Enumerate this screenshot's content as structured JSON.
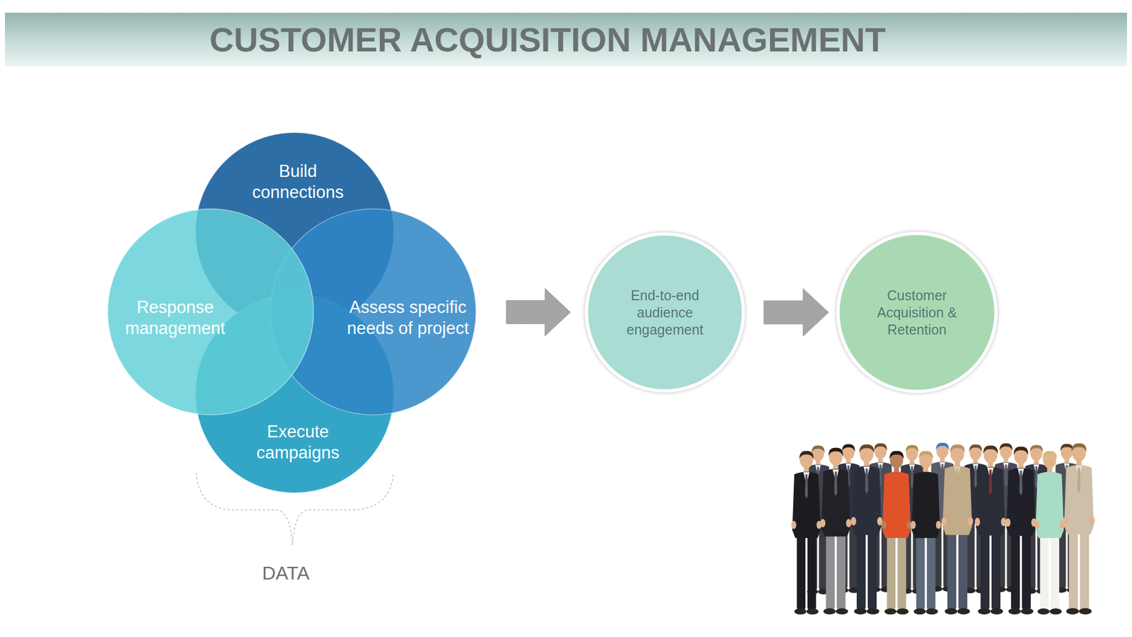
{
  "diagram": {
    "title": "CUSTOMER ACQUISITION MANAGEMENT",
    "nodes": [
      {
        "text": [
          "Build connections"
        ]
      },
      {
        "text": [
          "Response management"
        ]
      },
      {
        "text": [
          "Assess specific needs of project"
        ]
      },
      {
        "text": [
          "Execute campaigns"
        ]
      },
      {
        "text": [
          "End-to-end audience engagement"
        ]
      },
      {
        "text": [
          "Customer Acquisition & Retention"
        ]
      }
    ],
    "edges": [
      {
        "from": 2,
        "to": 4,
        "arrow": "to"
      },
      {
        "from": 4,
        "to": 5,
        "arrow": "to"
      }
    ],
    "labels": [
      "DATA"
    ]
  }
}
